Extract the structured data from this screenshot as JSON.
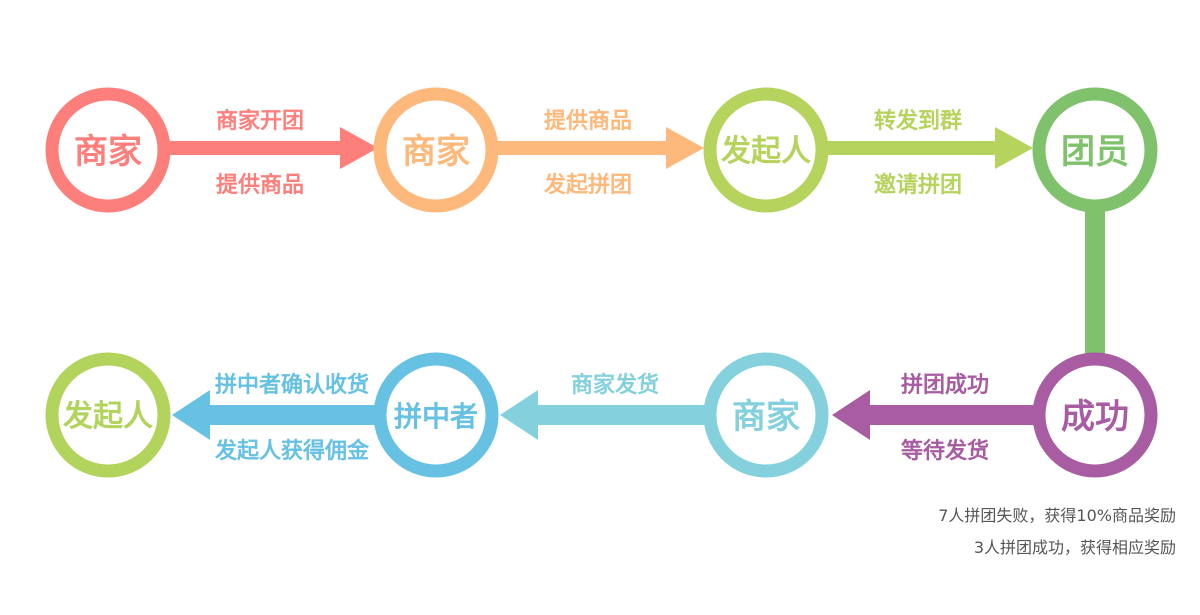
{
  "colors": {
    "red": "#fd7f7c",
    "orange": "#fdb97c",
    "yellow_green": "#b6d35e",
    "green": "#7fc26b",
    "purple": "#a85ca2",
    "teal": "#84d1dd",
    "blue": "#66c1e2",
    "lime": "#b2d45d"
  },
  "nodes": {
    "n1": "商家",
    "n2": "商家",
    "n3": "发起人",
    "n4": "团员",
    "n5": "成功",
    "n6": "商家",
    "n7": "拼中者",
    "n8": "发起人"
  },
  "arrows": {
    "a1": {
      "top": "商家开团",
      "bottom": "提供商品"
    },
    "a2": {
      "top": "提供商品",
      "bottom": "发起拼团"
    },
    "a3": {
      "top": "转发到群",
      "bottom": "邀请拼团"
    },
    "a5": {
      "top": "拼团成功",
      "bottom": "等待发货"
    },
    "a6": {
      "top": "商家发货"
    },
    "a7": {
      "top": "拼中者确认收货",
      "bottom": "发起人获得佣金"
    }
  },
  "notes": [
    "7人拼团失败，获得10%商品奖励",
    "3人拼团成功，获得相应奖励"
  ]
}
